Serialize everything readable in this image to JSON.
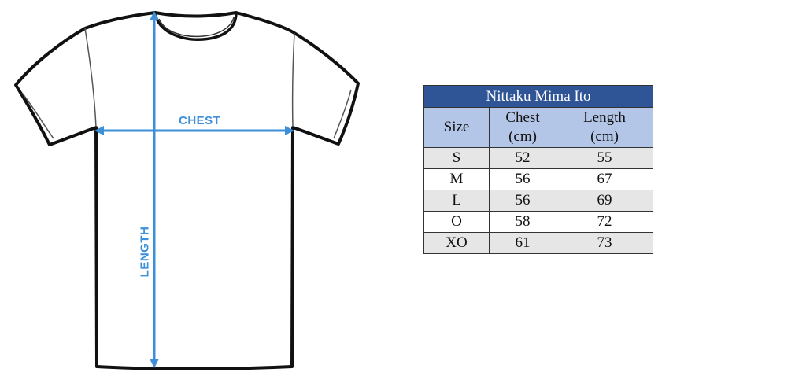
{
  "figure": {
    "chest_label": "CHEST",
    "length_label": "LENGTH",
    "arrow_color": "#3d8fd8"
  },
  "size_table": {
    "title": "Nittaku Mima Ito",
    "headers": [
      "Size",
      "Chest (cm)",
      "Length (cm)"
    ],
    "header_lines": [
      [
        "Size"
      ],
      [
        "Chest",
        "(cm)"
      ],
      [
        "Length",
        "(cm)"
      ]
    ],
    "rows": [
      [
        "S",
        "52",
        "55"
      ],
      [
        "M",
        "56",
        "67"
      ],
      [
        "L",
        "56",
        "69"
      ],
      [
        "O",
        "58",
        "72"
      ],
      [
        "XO",
        "61",
        "73"
      ]
    ],
    "title_bg": "#2f5597",
    "header_bg": "#b4c6e7",
    "alt_row_bg": "#e6e6e6"
  }
}
